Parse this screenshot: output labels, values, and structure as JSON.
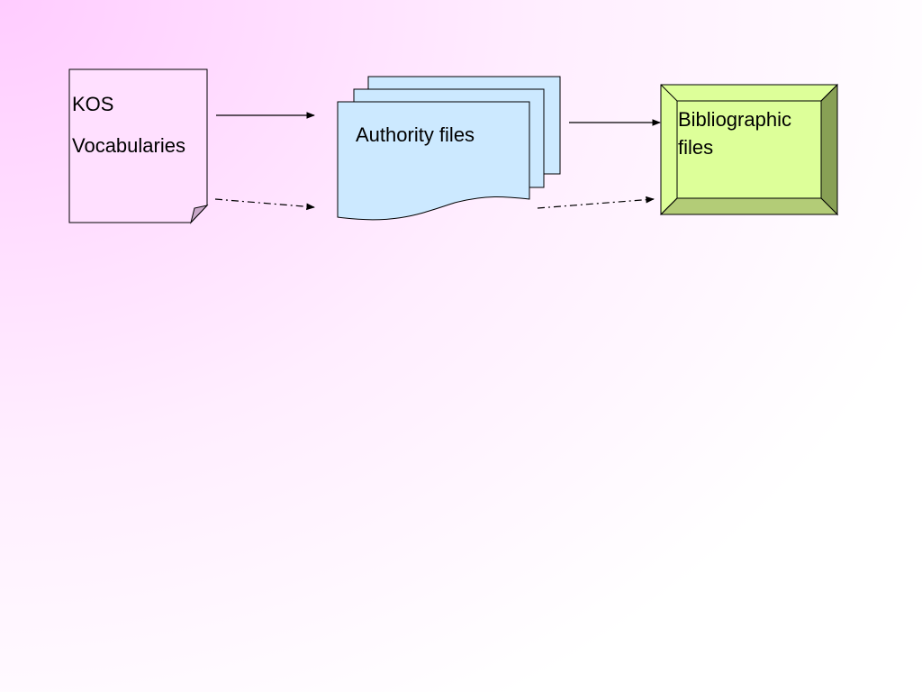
{
  "diagram": {
    "kos_node": {
      "line1": "KOS",
      "line2": "Vocabularies"
    },
    "authority_node": {
      "label": "Authority files"
    },
    "bibliographic_node": {
      "line1": "Bibliographic",
      "line2": "files"
    }
  },
  "colors": {
    "background_tint": "#ffccff",
    "kos_fill": "#ffe0ff",
    "authority_fill": "#cce9ff",
    "bibliographic_fill": "#ddff99",
    "bibliographic_bevel_side": "#88a055",
    "bibliographic_bevel_light": "#b3cc77",
    "stroke": "#000000"
  }
}
